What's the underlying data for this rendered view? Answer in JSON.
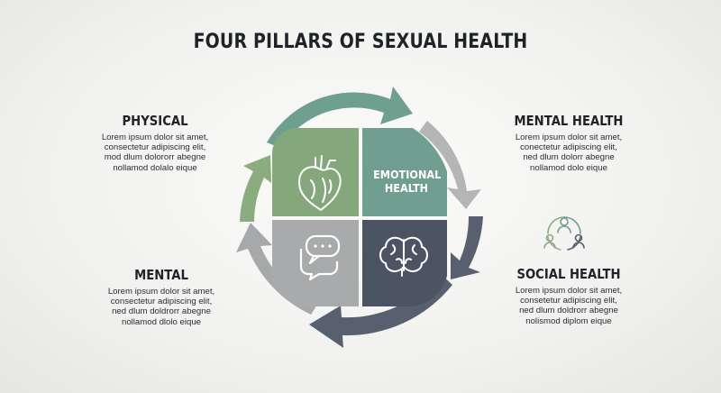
{
  "title": "FOUR PILLARS OF SEXUAL HEALTH",
  "center": {
    "label_line1": "EMOTIONAL",
    "label_line2": "HEALTH"
  },
  "pillars": {
    "physical": {
      "heading": "PHYSICAL",
      "lines": [
        "Lorem ipsum dolor sit amet,",
        "consectetur adipiscing elit,",
        "mod dlum dolororr abegne",
        "nollamod dolalo eique"
      ]
    },
    "mental": {
      "heading": "MENTAL",
      "lines": [
        "Lorem ipsum dolor sit amet,",
        "consectetur adipiscing elit,",
        "ned dlum doldrorr abegne",
        "nollamod dlolo eique"
      ]
    },
    "mental_health": {
      "heading": "MENTAL HEALTH",
      "lines": [
        "Lorem ipsum dolor sit amet,",
        "conectetur adipiscing elit,",
        "ned dlum dolorr abegne",
        "nollamod dolo eique"
      ]
    },
    "social_health": {
      "heading": "SOCIAL HEALTH",
      "lines": [
        "Lorem ipsum dolor sit amet,",
        "consetetur adipiscing elit,",
        "ned dlum doldrorr abegne",
        "nolismod diplom eique"
      ]
    }
  },
  "quadrants": {
    "top_left": {
      "color": "#84a77b",
      "icon": "heart-icon"
    },
    "top_right": {
      "color": "#709f92",
      "icon": ""
    },
    "bottom_left": {
      "color": "#a8aaab",
      "icon": "speech-bubbles-icon"
    },
    "bottom_right": {
      "color": "#4c5464",
      "icon": "brain-icon"
    }
  },
  "arrow_colors": {
    "teal": "#6f9f8f",
    "light_gray": "#b3b5b6",
    "dark_slate": "#586070",
    "medium_gray": "#a6a8aa",
    "green": "#8aac7e"
  },
  "social_icon": "people-network-icon"
}
